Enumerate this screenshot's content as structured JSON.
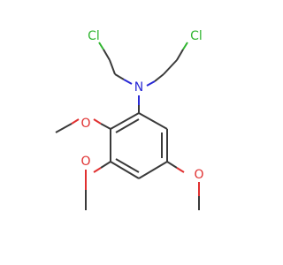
{
  "molecule": {
    "atoms": {
      "cl_left": "Cl",
      "cl_right": "Cl",
      "nitrogen": "N",
      "oxygen_upper": "O",
      "oxygen_middle": "O",
      "oxygen_right": "O"
    },
    "colors": {
      "carbon_bond": "#3a3a3a",
      "chlorine": "#2fb52f",
      "nitrogen": "#2a2ad6",
      "oxygen": "#e03030"
    }
  }
}
